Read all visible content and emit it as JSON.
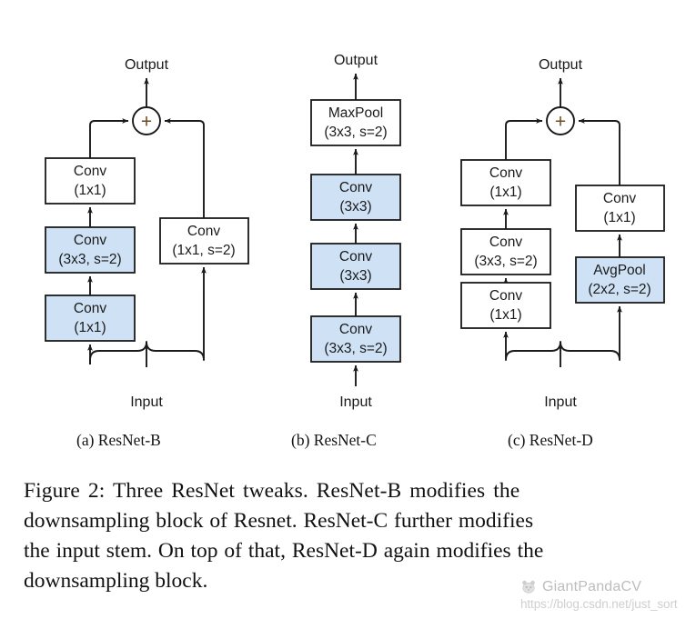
{
  "figure": {
    "label": "Figure 2:",
    "caption_lines": [
      "Figure 2:  Three ResNet tweaks.  ResNet-B modifies the",
      "downsampling block of Resnet. ResNet-C further modifies",
      "the input stem. On top of that, ResNet-D again modifies the",
      "downsampling block."
    ],
    "caption_full": "Figure 2: Three ResNet tweaks. ResNet-B modifies the downsampling block of Resnet. ResNet-C further modifies the input stem. On top of that, ResNet-D again modifies the downsampling block."
  },
  "colors": {
    "highlight_fill": "#cfe2f5",
    "box_stroke": "#1a1a1a",
    "plus_sign": "#6b4a22",
    "background": "#ffffff",
    "watermark": "#bdbdbd"
  },
  "panels": [
    {
      "id": "resnet-b",
      "subcaption": "(a) ResNet-B",
      "input_label": "Input",
      "output_label": "Output",
      "adder_symbol": "+",
      "main_branch": [
        {
          "name": "conv-1x1-out",
          "line1": "Conv",
          "line2": "(1x1)",
          "highlighted": false
        },
        {
          "name": "conv-3x3-s2",
          "line1": "Conv",
          "line2": "(3x3, s=2)",
          "highlighted": true
        },
        {
          "name": "conv-1x1-in",
          "line1": "Conv",
          "line2": "(1x1)",
          "highlighted": true
        }
      ],
      "shortcut_branch": [
        {
          "name": "conv-1x1-s2-shortcut",
          "line1": "Conv",
          "line2": "(1x1, s=2)",
          "highlighted": false
        }
      ]
    },
    {
      "id": "resnet-c",
      "subcaption": "(b) ResNet-C",
      "input_label": "Input",
      "output_label": "Output",
      "adder_symbol": null,
      "main_branch": [
        {
          "name": "maxpool-3x3-s2",
          "line1": "MaxPool",
          "line2": "(3x3, s=2)",
          "highlighted": false
        },
        {
          "name": "conv-3x3-b",
          "line1": "Conv",
          "line2": "(3x3)",
          "highlighted": true
        },
        {
          "name": "conv-3x3-a",
          "line1": "Conv",
          "line2": "(3x3)",
          "highlighted": true
        },
        {
          "name": "conv-3x3-s2",
          "line1": "Conv",
          "line2": "(3x3, s=2)",
          "highlighted": true
        }
      ],
      "shortcut_branch": []
    },
    {
      "id": "resnet-d",
      "subcaption": "(c) ResNet-D",
      "input_label": "Input",
      "output_label": "Output",
      "adder_symbol": "+",
      "main_branch": [
        {
          "name": "conv-1x1-out",
          "line1": "Conv",
          "line2": "(1x1)",
          "highlighted": false
        },
        {
          "name": "conv-3x3-s2",
          "line1": "Conv",
          "line2": "(3x3, s=2)",
          "highlighted": false
        },
        {
          "name": "conv-1x1-in",
          "line1": "Conv",
          "line2": "(1x1)",
          "highlighted": false
        }
      ],
      "shortcut_branch": [
        {
          "name": "conv-1x1-shortcut",
          "line1": "Conv",
          "line2": "(1x1)",
          "highlighted": false
        },
        {
          "name": "avgpool-2x2-s2",
          "line1": "AvgPool",
          "line2": "(2x2, s=2)",
          "highlighted": true
        }
      ]
    }
  ],
  "watermark": {
    "name": "GiantPandaCV",
    "url": "https://blog.csdn.net/just_sort",
    "icon": "panda-icon"
  }
}
